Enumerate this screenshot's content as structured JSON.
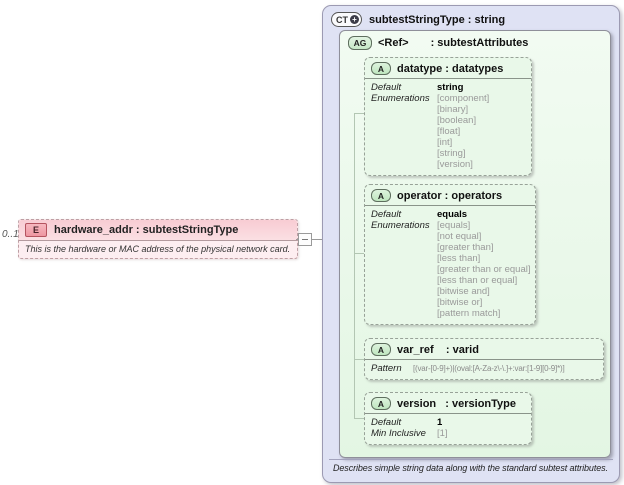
{
  "element": {
    "cardinality": "0..1",
    "badge": "E",
    "title": "hardware_addr : subtestStringType",
    "annotation": "This is the hardware or MAC address of the physical network card."
  },
  "complex_type": {
    "badge": "CT",
    "plus_glyph": "+",
    "title": "subtestStringType : string",
    "annotation": "Describes simple string data along with the standard subtest attributes."
  },
  "attribute_group": {
    "badge": "AG",
    "ref_label": "<Ref>",
    "type_label": ": subtestAttributes"
  },
  "attributes": [
    {
      "badge": "A",
      "title": "datatype : datatypes",
      "rows": [
        {
          "label": "Default",
          "value": "string",
          "style": "default"
        },
        {
          "label": "Enumerations",
          "value": "[component]",
          "style": "enum"
        },
        {
          "label": "",
          "value": "[binary]",
          "style": "enum"
        },
        {
          "label": "",
          "value": "[boolean]",
          "style": "enum"
        },
        {
          "label": "",
          "value": "[float]",
          "style": "enum"
        },
        {
          "label": "",
          "value": "[int]",
          "style": "enum"
        },
        {
          "label": "",
          "value": "[string]",
          "style": "enum"
        },
        {
          "label": "",
          "value": "[version]",
          "style": "enum"
        }
      ]
    },
    {
      "badge": "A",
      "title": "operator : operators",
      "rows": [
        {
          "label": "Default",
          "value": "equals",
          "style": "default"
        },
        {
          "label": "Enumerations",
          "value": "[equals]",
          "style": "enum"
        },
        {
          "label": "",
          "value": "[not equal]",
          "style": "enum"
        },
        {
          "label": "",
          "value": "[greater than]",
          "style": "enum"
        },
        {
          "label": "",
          "value": "[less than]",
          "style": "enum"
        },
        {
          "label": "",
          "value": "[greater than or equal]",
          "style": "enum"
        },
        {
          "label": "",
          "value": "[less than or equal]",
          "style": "enum"
        },
        {
          "label": "",
          "value": "[bitwise and]",
          "style": "enum"
        },
        {
          "label": "",
          "value": "[bitwise or]",
          "style": "enum"
        },
        {
          "label": "",
          "value": "[pattern match]",
          "style": "enum"
        }
      ]
    },
    {
      "badge": "A",
      "title": "var_ref    : varid",
      "rows": [
        {
          "label": "Pattern",
          "value": "[(var-[0-9]+)|(oval:[A-Za-z\\-\\.]+:var:[1-9][0-9]*)]",
          "style": "enum"
        }
      ]
    },
    {
      "badge": "A",
      "title": "version   : versionType",
      "rows": [
        {
          "label": "Default",
          "value": "1",
          "style": "default"
        },
        {
          "label": "Min Inclusive",
          "value": "[1]",
          "style": "enum"
        }
      ]
    }
  ],
  "colors": {
    "complex_type_fill": "#dfe2f4",
    "attribute_group_fill": "#e9f8e9",
    "element_fill": "#fbe3e6",
    "element_badge": "#ee96a1",
    "border_gray": "#9a9a9a"
  }
}
